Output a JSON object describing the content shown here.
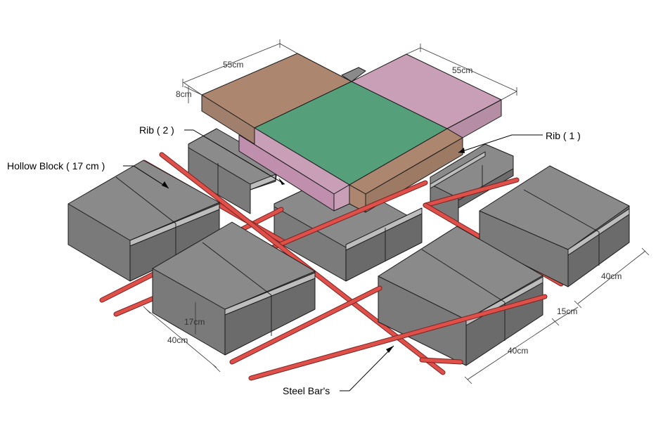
{
  "labels": {
    "rib1": "Rib ( 1 )",
    "rib2": "Rib ( 2 )",
    "hollow_block": "Hollow Block ( 17 cm )",
    "steel_bars": "Steel Bar's"
  },
  "dimensions": {
    "rib2_length": "55cm",
    "rib1_length": "55cm",
    "rib_thickness": "8cm",
    "block_height": "17cm",
    "block_width_left": "40cm",
    "block_width_front": "40cm",
    "block_width_right": "40cm",
    "block_gap": "15cm"
  },
  "colors": {
    "rib_brown": "#ad8670",
    "rib_pink": "#c99fb8",
    "intersection_green": "#55a07a",
    "block_top": "#8a8a8a",
    "block_left": "#7c7c7c",
    "block_right": "#6a6a6a",
    "bar_red": "#e0504a"
  }
}
